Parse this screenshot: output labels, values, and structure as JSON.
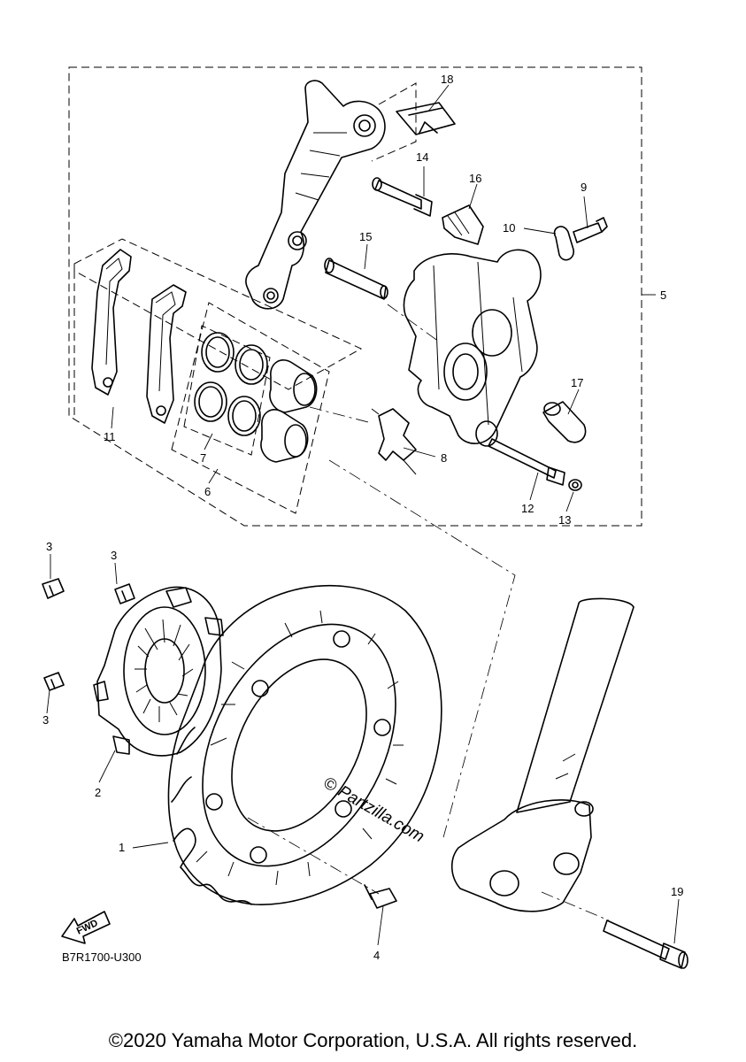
{
  "diagram_code": "B7R1700-U300",
  "watermark": "© Partzilla.com",
  "fwd_label": "FWD",
  "copyright": "©2020 Yamaha Motor Corporation, U.S.A. All rights reserved.",
  "callouts": [
    {
      "id": "c1",
      "label": "1"
    },
    {
      "id": "c2",
      "label": "2"
    },
    {
      "id": "c3a",
      "label": "3"
    },
    {
      "id": "c3b",
      "label": "3"
    },
    {
      "id": "c3c",
      "label": "3"
    },
    {
      "id": "c4",
      "label": "4"
    },
    {
      "id": "c5",
      "label": "5"
    },
    {
      "id": "c6",
      "label": "6"
    },
    {
      "id": "c7",
      "label": "7"
    },
    {
      "id": "c8",
      "label": "8"
    },
    {
      "id": "c9",
      "label": "9"
    },
    {
      "id": "c10",
      "label": "10"
    },
    {
      "id": "c11",
      "label": "11"
    },
    {
      "id": "c12",
      "label": "12"
    },
    {
      "id": "c13",
      "label": "13"
    },
    {
      "id": "c14",
      "label": "14"
    },
    {
      "id": "c15",
      "label": "15"
    },
    {
      "id": "c16",
      "label": "16"
    },
    {
      "id": "c17",
      "label": "17"
    },
    {
      "id": "c18",
      "label": "18"
    },
    {
      "id": "c19",
      "label": "19"
    }
  ]
}
